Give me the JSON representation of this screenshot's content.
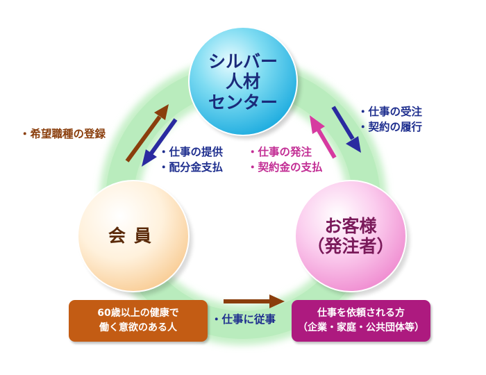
{
  "nodes": {
    "center": {
      "lines": [
        "シルバー",
        "人材",
        "センター"
      ]
    },
    "member": {
      "lines": [
        "会員"
      ]
    },
    "customer": {
      "lines": [
        "お客様",
        "（発注者）"
      ]
    }
  },
  "flows": {
    "member_to_center": {
      "lines": [
        "・希望職種の登録"
      ]
    },
    "center_to_member": {
      "lines": [
        "・仕事の提供",
        "・配分金支払"
      ]
    },
    "customer_to_center": {
      "lines": [
        "・仕事の発注",
        "・契約金の支払"
      ]
    },
    "center_to_customer": {
      "lines": [
        "・仕事の受注",
        "・契約の履行"
      ]
    },
    "member_to_customer": {
      "lines": [
        "・仕事に従事"
      ]
    }
  },
  "boxes": {
    "member": {
      "lines": [
        "60歳以上の健康で",
        "働く意欲のある人"
      ]
    },
    "customer": {
      "lines": [
        "仕事を依頼される方",
        "（企業・家庭・公共団体等）"
      ]
    }
  },
  "colors": {
    "ring": "#b8ecbc",
    "center_circle": "#3cc8e8",
    "member_circle": "#ffe8c8",
    "customer_circle": "#f7b0e2",
    "arrow_brown": "#8a3e0c",
    "arrow_navy": "#2a2aa0",
    "arrow_pink": "#d63aa0",
    "box_member": "#c35c14",
    "box_customer": "#ad1a7f"
  }
}
